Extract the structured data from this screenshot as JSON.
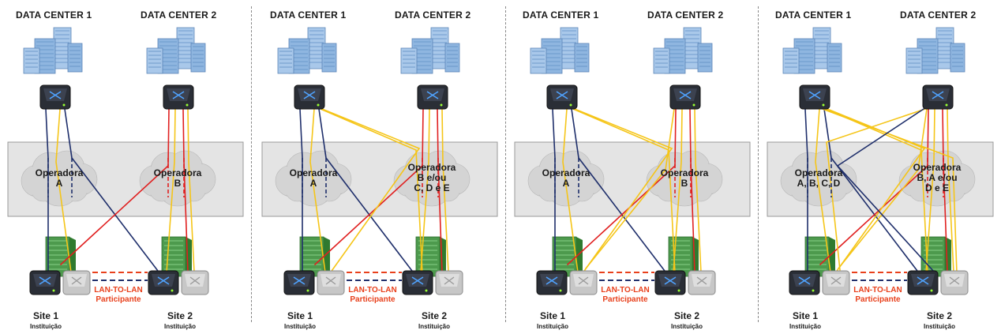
{
  "labels": {
    "dc1": "DATA  CENTER 1",
    "dc2": "DATA  CENTER 2",
    "lan_to_lan": "LAN-TO-LAN",
    "participante": "Participante",
    "site1": "Site 1",
    "site2": "Site 2",
    "instituicao": "Instituição"
  },
  "colors": {
    "yellow": "#f5c518",
    "red": "#e02020",
    "navy": "#1f2f6b",
    "orange_dash": "#e8401c",
    "band": "#e4e4e4",
    "band_border": "#9a9a9a"
  },
  "panels": [
    {
      "op_left": "Operadora\nA",
      "op_right": "Operadora\nB"
    },
    {
      "op_left": "Operadora\nA",
      "op_right": "Operadora\nB e/ou\nC, D e E"
    },
    {
      "op_left": "Operadora\nA",
      "op_right": "Operadora\nB"
    },
    {
      "op_left": "Operadora\nA, B, C, D",
      "op_right": "Operadora\nB, A e/ou\nD e E"
    }
  ]
}
